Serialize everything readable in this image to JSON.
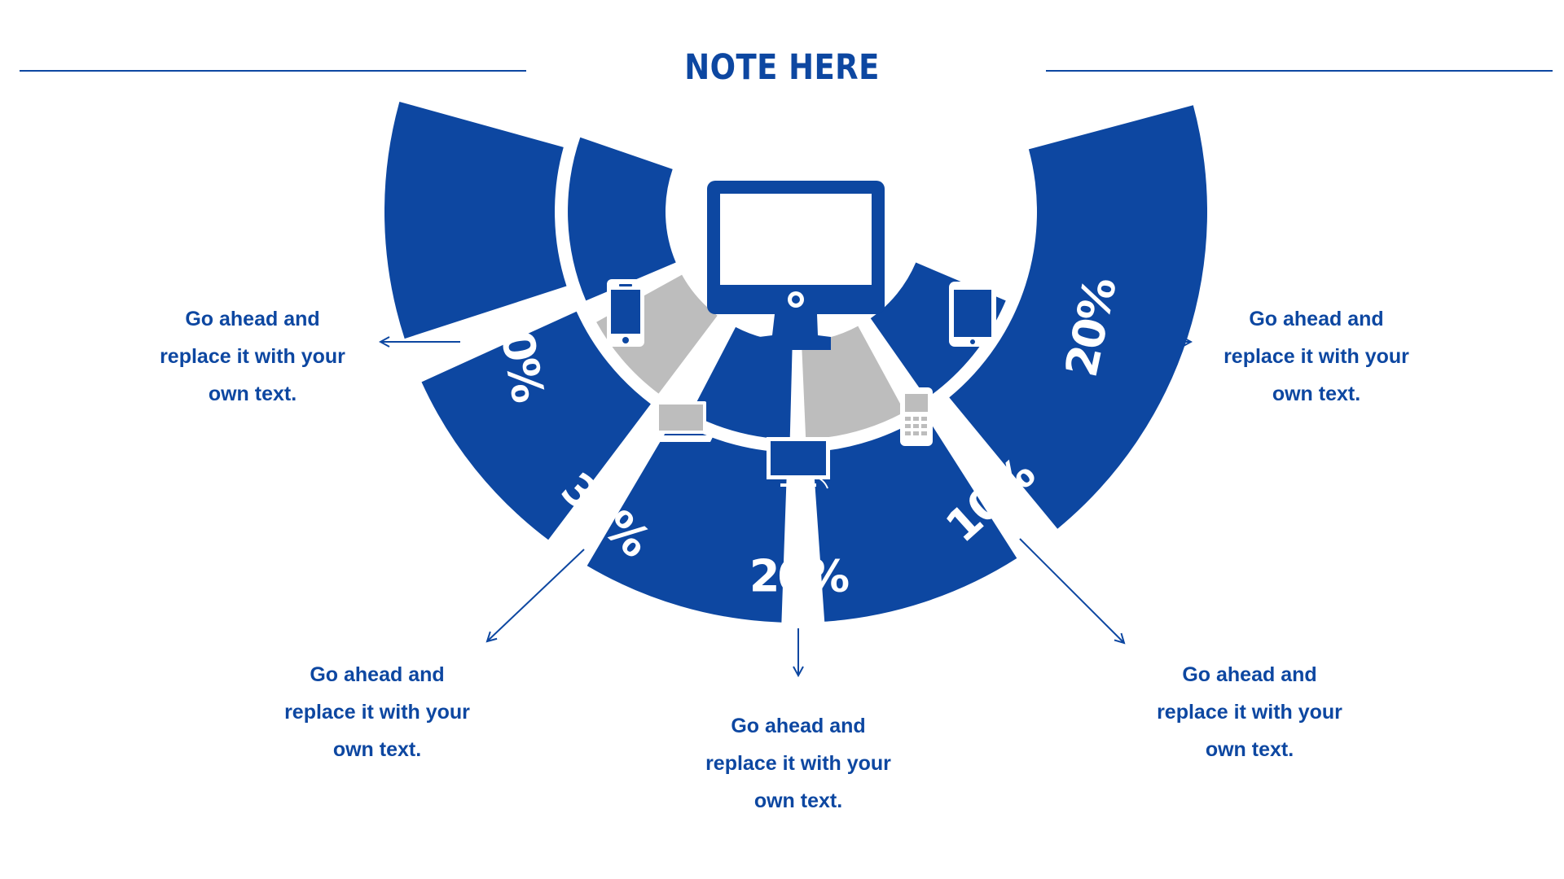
{
  "header": {
    "title": "NOTE HERE"
  },
  "colors": {
    "primary": "#0d47a1",
    "secondary": "#bdbdbd",
    "icon": "#ffffff"
  },
  "center_icon": "desktop-monitor-icon",
  "segments": [
    {
      "id": "left",
      "value": "20%",
      "icon": "smartphone-icon",
      "note": [
        "Go ahead and",
        "replace it with your",
        "own text."
      ]
    },
    {
      "id": "bottom-left",
      "value": "30%",
      "icon": "laptop-icon",
      "note": [
        "Go ahead and",
        "replace it with your",
        "own text."
      ]
    },
    {
      "id": "bottom",
      "value": "20%",
      "icon": "tv-icon",
      "note": [
        "Go ahead and",
        "replace it with your",
        "own text."
      ]
    },
    {
      "id": "bottom-right",
      "value": "10%",
      "icon": "feature-phone-icon",
      "note": [
        "Go ahead and",
        "replace it with your",
        "own text."
      ]
    },
    {
      "id": "right",
      "value": "20%",
      "icon": "tablet-icon",
      "note": [
        "Go ahead and",
        "replace it with your",
        "own text."
      ]
    }
  ]
}
